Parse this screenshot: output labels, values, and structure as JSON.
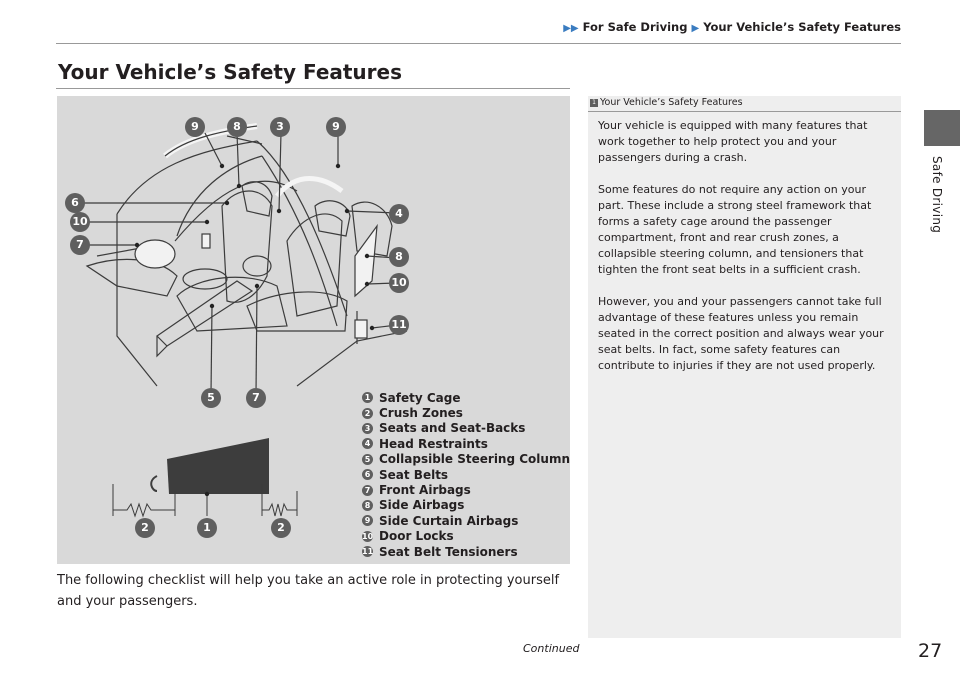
{
  "breadcrumb": {
    "item1": "For Safe Driving",
    "item2": "Your Vehicle’s Safety Features"
  },
  "page_title": "Your Vehicle’s Safety Features",
  "figure": {
    "callouts": {
      "c9a": "9",
      "c8a": "8",
      "c3": "3",
      "c9b": "9",
      "c6": "6",
      "c10a": "10",
      "c7a": "7",
      "c4": "4",
      "c8b": "8",
      "c10b": "10",
      "c11": "11",
      "c5": "5",
      "c7b": "7",
      "c2a": "2",
      "c1": "1",
      "c2b": "2"
    },
    "legend": [
      {
        "num": "1",
        "label": "Safety Cage"
      },
      {
        "num": "2",
        "label": "Crush Zones"
      },
      {
        "num": "3",
        "label": "Seats and Seat-Backs"
      },
      {
        "num": "4",
        "label": "Head Restraints"
      },
      {
        "num": "5",
        "label": "Collapsible Steering Column"
      },
      {
        "num": "6",
        "label": "Seat Belts"
      },
      {
        "num": "7",
        "label": "Front Airbags"
      },
      {
        "num": "8",
        "label": "Side Airbags"
      },
      {
        "num": "9",
        "label": "Side Curtain Airbags"
      },
      {
        "num": "10",
        "label": "Door Locks"
      },
      {
        "num": "11",
        "label": "Seat Belt Tensioners"
      }
    ]
  },
  "checklist_text": "The following checklist will help you take an active role in protecting yourself and your passengers.",
  "continued": "Continued",
  "page_number": "27",
  "side_tab_label": "Safe Driving",
  "sidebar": {
    "header_marker": "1",
    "header": "Your Vehicle’s Safety Features",
    "paragraphs": [
      "Your vehicle is equipped with many features that work together to help protect you and your passengers during a crash.",
      "Some features do not require any action on your part. These include a strong steel framework that forms a safety cage around the passenger compartment, front and rear crush zones, a collapsible steering column, and tensioners that tighten the front seat belts in a sufficient crash.",
      "However, you and your passengers cannot take full advantage of these features unless you remain seated in the correct position and always wear your seat belts. In fact, some safety features can contribute to injuries if they are not used properly."
    ]
  },
  "colors": {
    "accent_arrow": "#3a7cc0",
    "figure_bg": "#d9d9d9",
    "sidebar_bg": "#eeeeee",
    "callout": "#5f5f5f",
    "tab": "#666666"
  }
}
